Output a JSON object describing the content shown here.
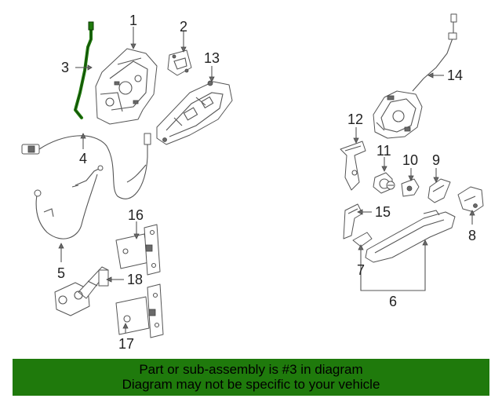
{
  "callouts": {
    "c1": "1",
    "c2": "2",
    "c3": "3",
    "c4": "4",
    "c5": "5",
    "c6": "6",
    "c7": "7",
    "c8": "8",
    "c9": "9",
    "c10": "10",
    "c11": "11",
    "c12": "12",
    "c13": "13",
    "c14": "14",
    "c15": "15",
    "c16": "16",
    "c17": "17",
    "c18": "18"
  },
  "highlight_part": "3",
  "colors": {
    "banner_bg": "#1f7a0c",
    "highlight": "#1f7a0c",
    "line": "#555555"
  },
  "banner": {
    "line1": "Part or sub-assembly is #3 in diagram",
    "line2": "Diagram may not be specific to your vehicle"
  }
}
